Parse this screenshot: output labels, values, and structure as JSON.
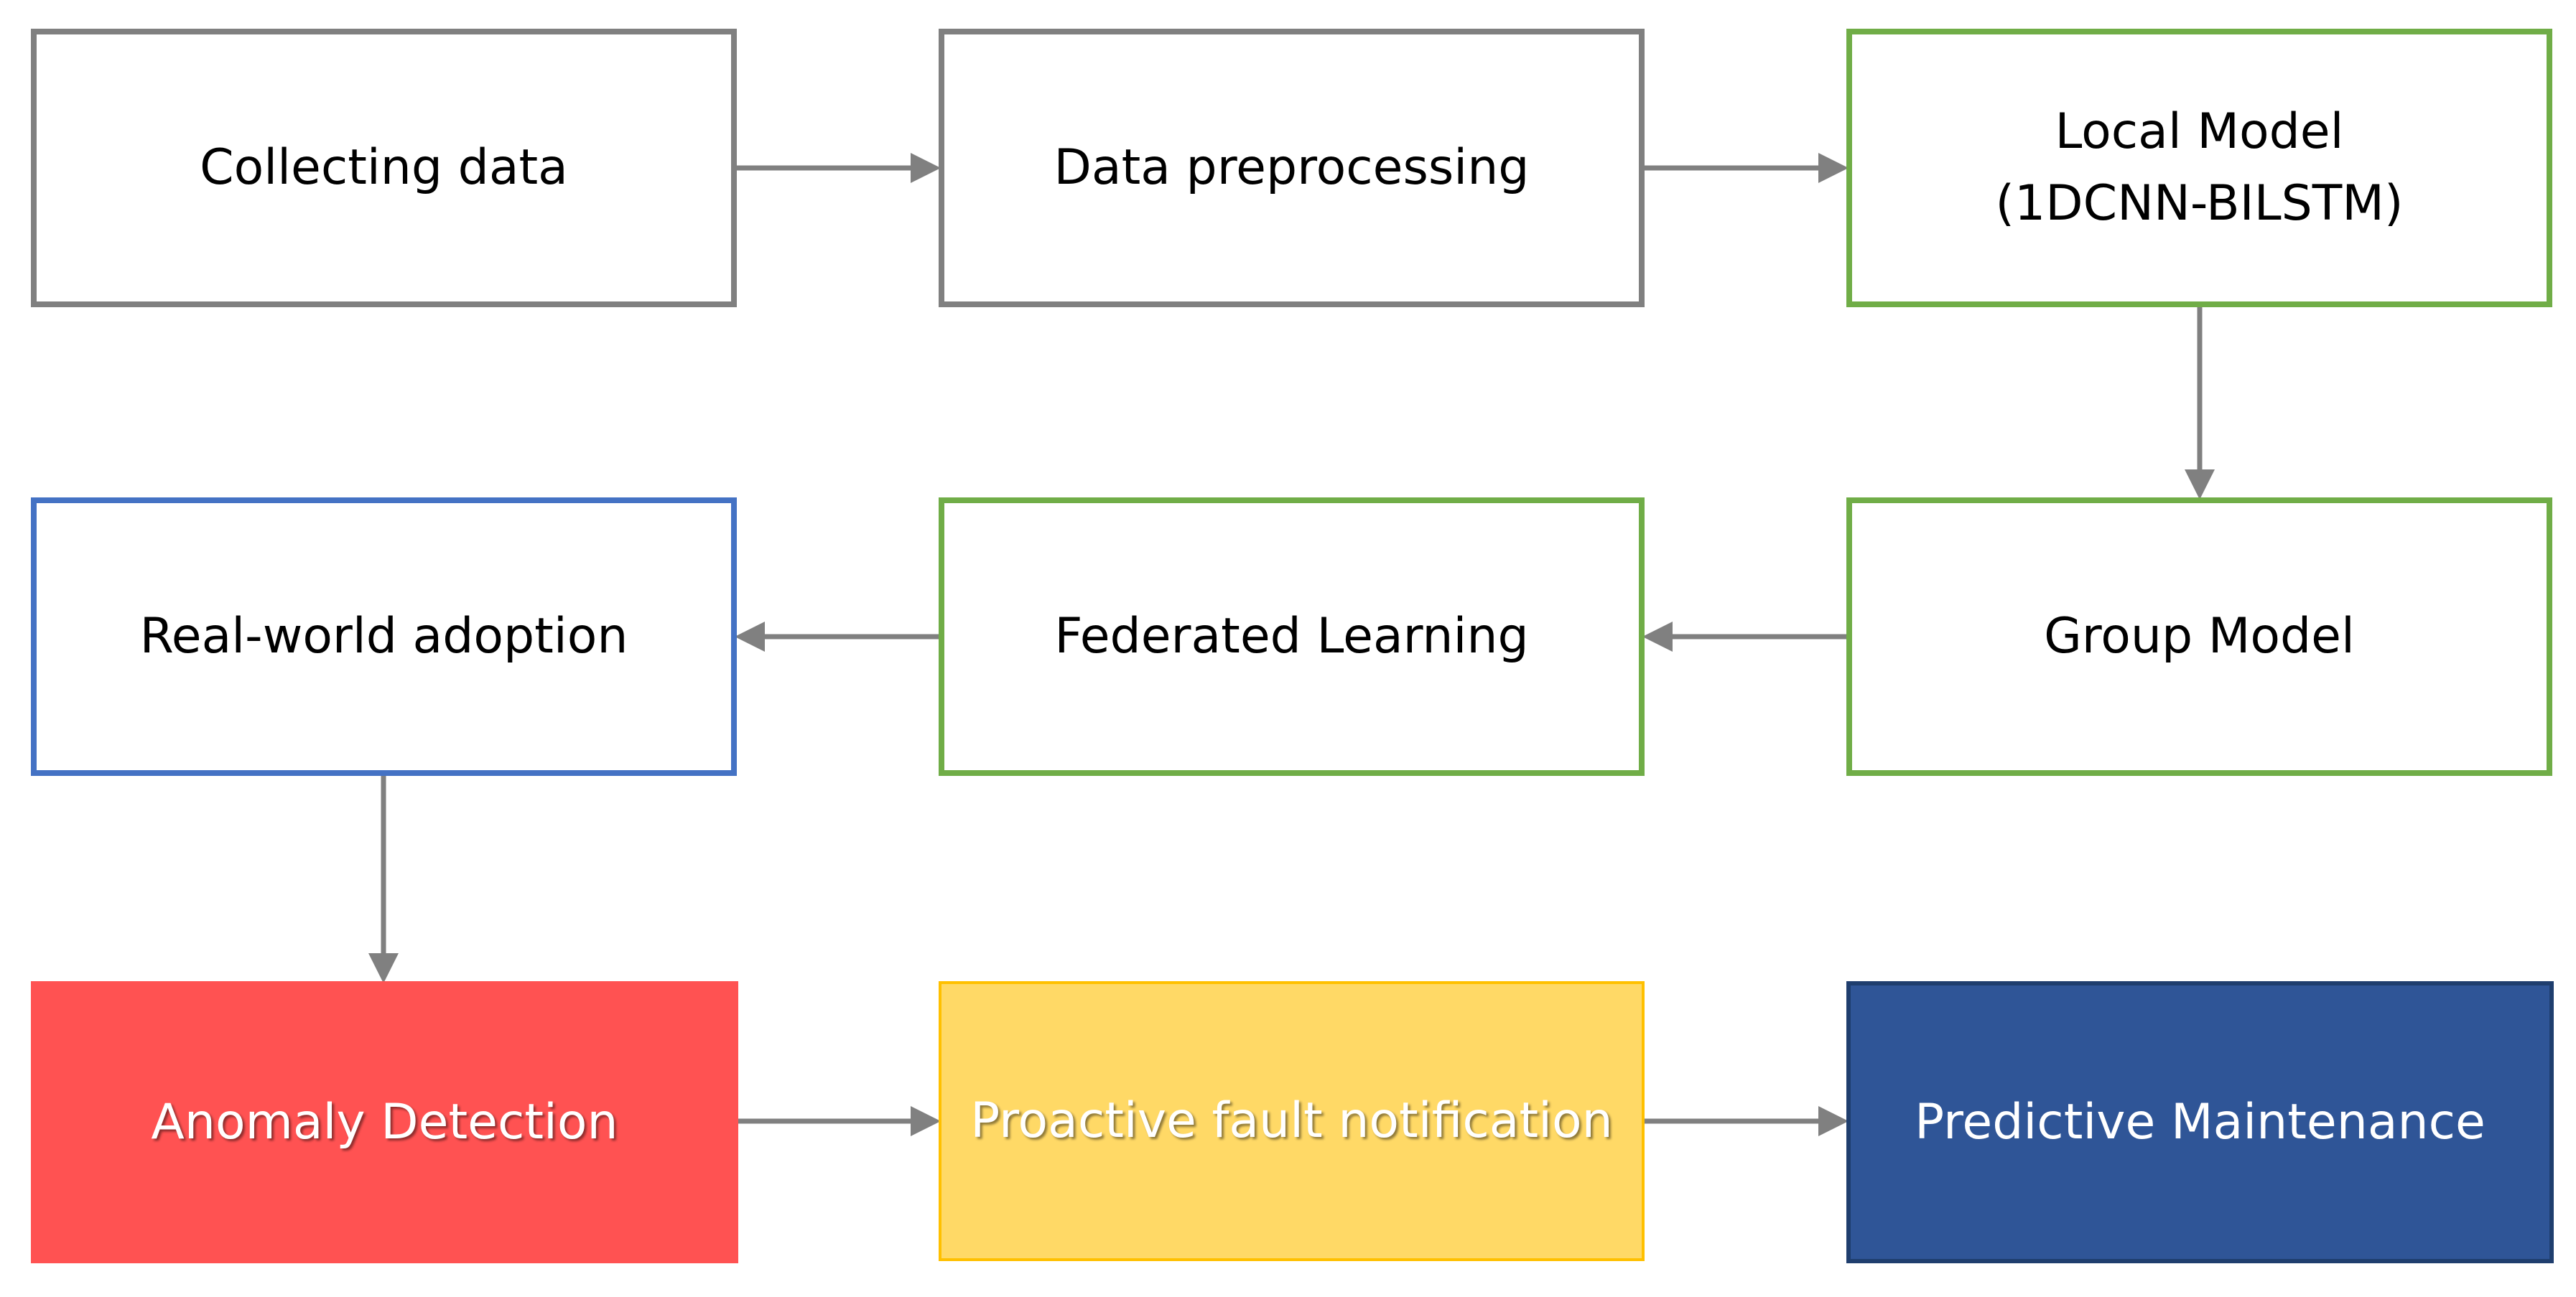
{
  "diagram": {
    "nodes": {
      "collecting_data": "Collecting data",
      "data_preprocessing": "Data preprocessing",
      "local_model": "Local Model\n(1DCNN-BILSTM)",
      "real_world_adoption": "Real-world adoption",
      "federated_learning": "Federated Learning",
      "group_model": "Group Model",
      "anomaly_detection": "Anomaly Detection",
      "proactive_fault_notification": "Proactive fault notification",
      "predictive_maintenance": "Predictive Maintenance"
    },
    "edges": [
      [
        "collecting_data",
        "data_preprocessing"
      ],
      [
        "data_preprocessing",
        "local_model"
      ],
      [
        "local_model",
        "group_model"
      ],
      [
        "group_model",
        "federated_learning"
      ],
      [
        "federated_learning",
        "real_world_adoption"
      ],
      [
        "real_world_adoption",
        "anomaly_detection"
      ],
      [
        "anomaly_detection",
        "proactive_fault_notification"
      ],
      [
        "proactive_fault_notification",
        "predictive_maintenance"
      ]
    ],
    "colors": {
      "neutral_border": "#808080",
      "model_border": "#70ad47",
      "adoption_border": "#4472c4",
      "anomaly_fill": "#ff5252",
      "notification_fill": "#ffd966",
      "maintenance_fill": "#2f5597",
      "arrow": "#808080"
    }
  }
}
